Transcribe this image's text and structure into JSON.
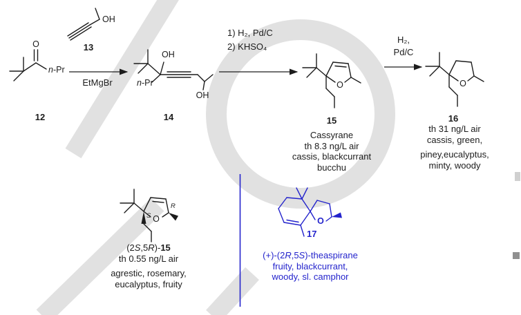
{
  "colors": {
    "ink": "#1c1c1c",
    "blue": "#2323cc",
    "watermark": "#dcdcdc"
  },
  "scheme": {
    "compound12": {
      "number": "12",
      "atom_o": "O",
      "npr_italic": "n",
      "npr_rest": "-Pr"
    },
    "reagent13": {
      "number": "13",
      "atom_oh": "OH",
      "below_arrow": "EtMgBr"
    },
    "compound14": {
      "number": "14",
      "atom_oh_top": "OH",
      "atom_oh_bottom": "OH",
      "npr_italic": "n",
      "npr_rest": "-Pr"
    },
    "step2": {
      "line1": "1) H₂, Pd/C",
      "line2": "2) KHSO₄"
    },
    "step3": {
      "line1": "H₂,",
      "line2": "Pd/C"
    },
    "compound15": {
      "number": "15",
      "atom_o": "O",
      "name": "Cassyrane",
      "caption": [
        "th 8.3 ng/L air",
        "cassis, blackcurrant",
        "bucchu"
      ]
    },
    "compound16": {
      "number": "16",
      "atom_o": "O",
      "caption": [
        "th 31 ng/L air",
        "cassis, green,",
        "piney,eucalyptus,",
        "minty, woody"
      ]
    },
    "compound15_stereo": {
      "atom_o": "O",
      "stereo_s": "S",
      "stereo_r": "R",
      "name": {
        "p1": "(2",
        "s": "S",
        "p2": ",5",
        "r": "R",
        "p3": ")-",
        "num": "15"
      },
      "caption": [
        "th 0.55 ng/L air",
        "agrestic, rosemary,",
        "eucalyptus, fruity"
      ]
    },
    "compound17": {
      "number": "17",
      "atom_o": "O",
      "name": {
        "p1": "(+)-(2",
        "r": "R",
        "p2": ",5",
        "s": "S",
        "p3": ")-theaspirane"
      },
      "caption": [
        "fruity, blackcurrant,",
        "woody, sl. camphor"
      ]
    }
  }
}
